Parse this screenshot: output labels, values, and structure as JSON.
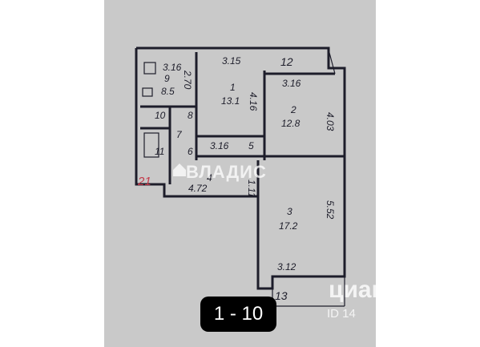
{
  "plan": {
    "rooms": [
      {
        "number": "1",
        "area": "13.1"
      },
      {
        "number": "2",
        "area": "12.8"
      },
      {
        "number": "3",
        "area": "17.2"
      },
      {
        "number": "4",
        "area": ""
      },
      {
        "number": "5",
        "area": ""
      },
      {
        "number": "6",
        "area": ""
      },
      {
        "number": "7",
        "area": ""
      },
      {
        "number": "8",
        "area": ""
      },
      {
        "number": "9",
        "area": "8.5"
      },
      {
        "number": "10",
        "area": ""
      },
      {
        "number": "11",
        "area": ""
      },
      {
        "number": "12",
        "area": ""
      },
      {
        "number": "13",
        "area": ""
      }
    ],
    "dimensions": {
      "kitchen_width": "3.16",
      "kitchen_depth": "2.70",
      "room1_width": "3.15",
      "room1_depth": "4.16",
      "room2_width": "3.16",
      "room2_depth": "4.03",
      "corridor_width": "3.16",
      "hall_width": "4.72",
      "hall_depth": "1.11",
      "room3_depth": "5.52",
      "room3_width": "3.12"
    },
    "annotation": "21"
  },
  "watermarks": {
    "vladis": "ВЛАДИС",
    "cian": "циан",
    "cian_id": "ID 14"
  },
  "counter": "1 - 10",
  "colors": {
    "paper": "#c9c9c9",
    "ink": "#1d1d2a",
    "red_annotation": "#c43a4a",
    "counter_bg": "#000000"
  }
}
